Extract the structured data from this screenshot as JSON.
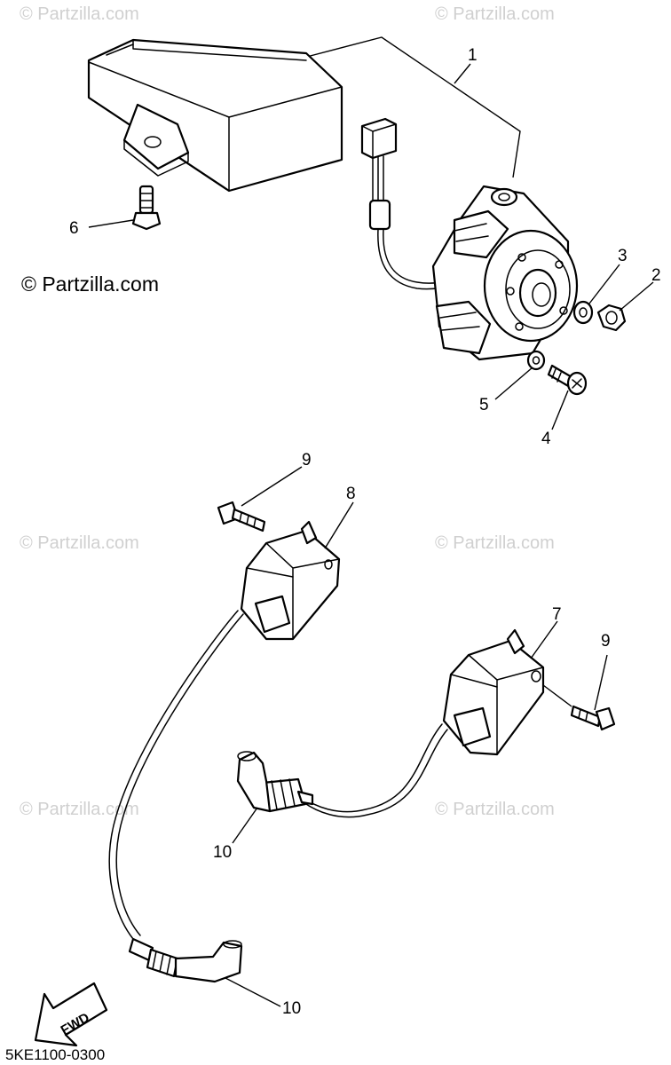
{
  "watermarks": {
    "faint": "© Partzilla.com",
    "main": "© Partzilla.com"
  },
  "callouts": {
    "c1": "1",
    "c2": "2",
    "c3": "3",
    "c4": "4",
    "c5": "5",
    "c6": "6",
    "c7": "7",
    "c8": "8",
    "c9a": "9",
    "c9b": "9",
    "c10a": "10",
    "c10b": "10"
  },
  "fwd_label": "FWD",
  "diagram_code": "5KE1100-0300",
  "colors": {
    "line": "#000000",
    "watermark": "#d0d0d0",
    "background": "#ffffff"
  }
}
